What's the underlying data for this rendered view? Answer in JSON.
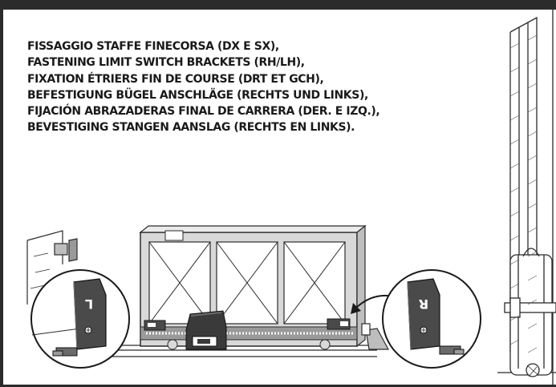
{
  "caption": {
    "lines": [
      "FISSAGGIO STAFFE FINECORSA (DX E SX),",
      "FASTENING LIMIT SWITCH BRACKETS (RH/LH),",
      "FIXATION ÉTRIERS FIN DE COURSE (DRT ET GCH),",
      "BEFESTIGUNG BÜGEL ANSCHLÄGE (RECHTS UND LINKS),",
      "FIJACIÓN ABRAZADERAS FINAL DE CARRERA (DER. E IZQ.),",
      "BEVESTIGING STANGEN AANSLAG (RECHTS EN LINKS)."
    ]
  },
  "illustration": {
    "left_bracket_letter": "L",
    "right_bracket_letter": "R"
  },
  "colors": {
    "frame": "#2b2b2b",
    "gate_fill": "#d9d9d9",
    "motor": "#3a3a3a",
    "bracket": "#4a4a4a"
  }
}
